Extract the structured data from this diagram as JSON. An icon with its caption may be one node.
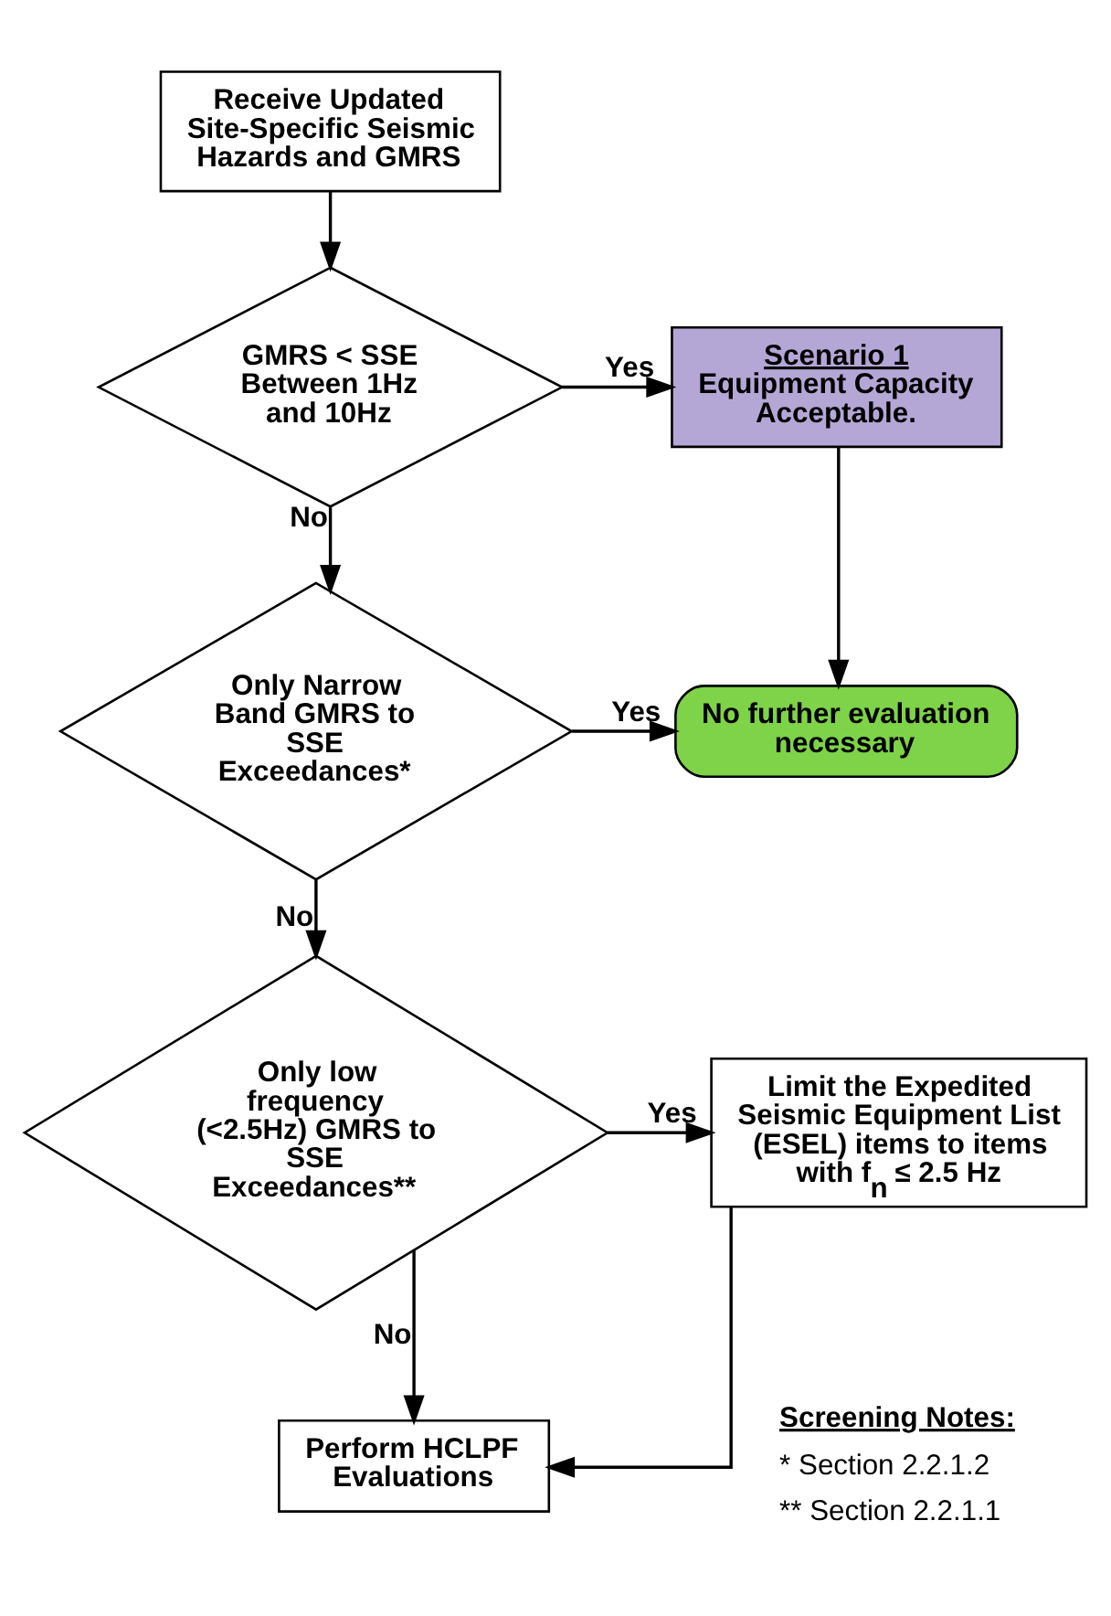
{
  "diagram": {
    "nodes": [
      {
        "text": [
          "Receive Updated Site-Specific Seismic Hazards and GMRS"
        ]
      },
      {
        "text": [
          "GMRS < SSE Between 1Hz and 10Hz"
        ]
      },
      {
        "text": [
          "Scenario 1",
          "Equipment Capacity Acceptable."
        ]
      },
      {
        "text": [
          "Only Narrow Band GMRS to SSE Exceedances*"
        ]
      },
      {
        "text": [
          "No further evaluation necessary"
        ]
      },
      {
        "text": [
          "Only low frequency (<2.5Hz) GMRS to SSE Exceedances**"
        ]
      },
      {
        "text": [
          "Limit the Expedited Seismic Equipment List (ESEL) items to items with f$_{n}$ ≤ 2.5 Hz"
        ]
      },
      {
        "text": [
          "Perform HCLPF Evaluations"
        ]
      }
    ],
    "edges": [
      {
        "from": 0,
        "to": 1,
        "arrow": "to"
      },
      {
        "from": 1,
        "to": 2,
        "arrow": "to",
        "label": "Yes"
      },
      {
        "from": 1,
        "to": 3,
        "arrow": "to",
        "label": "No"
      },
      {
        "from": 2,
        "to": 4,
        "arrow": "to"
      },
      {
        "from": 3,
        "to": 4,
        "arrow": "to",
        "label": "Yes"
      },
      {
        "from": 3,
        "to": 5,
        "arrow": "to",
        "label": "No"
      },
      {
        "from": 5,
        "to": 6,
        "arrow": "to",
        "label": "Yes"
      },
      {
        "from": 5,
        "to": 7,
        "arrow": "to",
        "label": "No"
      },
      {
        "from": 6,
        "to": 7,
        "arrow": "to"
      }
    ],
    "labels": [
      "Screening Notes:",
      "* Section 2.2.1.2",
      "** Section 2.2.1.1"
    ]
  }
}
